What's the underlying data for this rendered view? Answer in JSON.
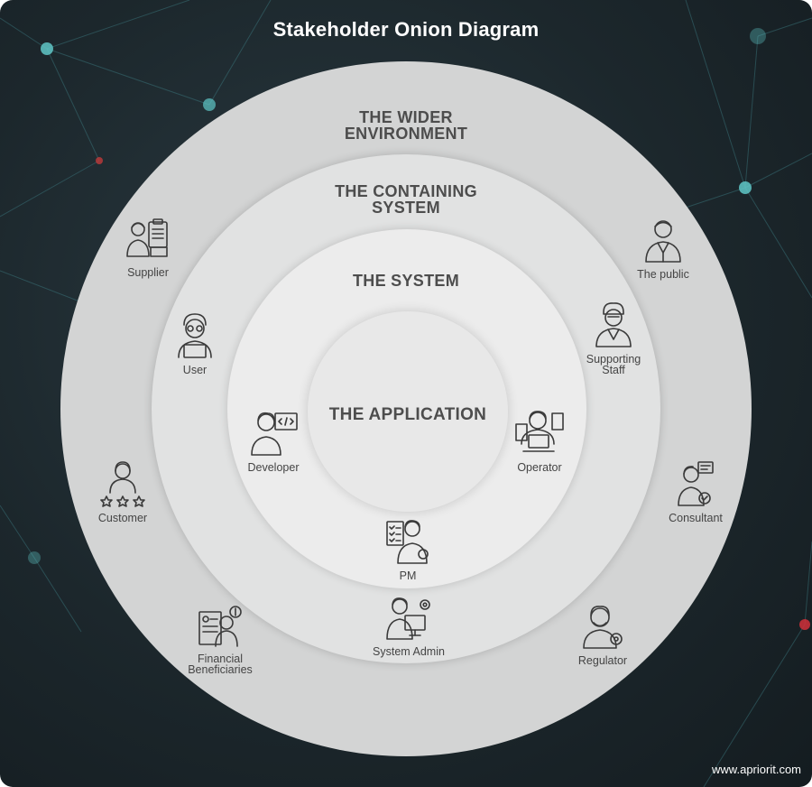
{
  "title": "Stakeholder Onion Diagram",
  "layers": {
    "wider": "THE WIDER\nENVIRONMENT",
    "containing": "THE CONTAINING\nSYSTEM",
    "system": "THE SYSTEM",
    "application": "THE APPLICATION"
  },
  "stakeholders": {
    "supplier": {
      "label": "Supplier",
      "icon": "supplier-icon"
    },
    "public": {
      "label": "The public",
      "icon": "person-suit-icon"
    },
    "user": {
      "label": "User",
      "icon": "user-laptop-icon"
    },
    "supporting_staff": {
      "label": "Supporting\nStaff",
      "icon": "supporting-staff-icon"
    },
    "developer": {
      "label": "Developer",
      "icon": "developer-icon"
    },
    "operator": {
      "label": "Operator",
      "icon": "operator-icon"
    },
    "customer": {
      "label": "Customer",
      "icon": "customer-stars-icon"
    },
    "consultant": {
      "label": "Consultant",
      "icon": "consultant-icon"
    },
    "pm": {
      "label": "PM",
      "icon": "project-manager-icon"
    },
    "system_admin": {
      "label": "System Admin",
      "icon": "system-admin-icon"
    },
    "financial_beneficiaries": {
      "label": "Financial\nBeneficiaries",
      "icon": "financial-beneficiaries-icon"
    },
    "regulator": {
      "label": "Regulator",
      "icon": "regulator-icon"
    }
  },
  "footer": {
    "url": "www.apriorit.com"
  },
  "colors": {
    "background": "#1c272c",
    "wider": "#d3d4d4",
    "containing": "#e1e2e2",
    "system": "#ececec",
    "application": "#e8e8e8",
    "text": "#4d4d4d"
  }
}
